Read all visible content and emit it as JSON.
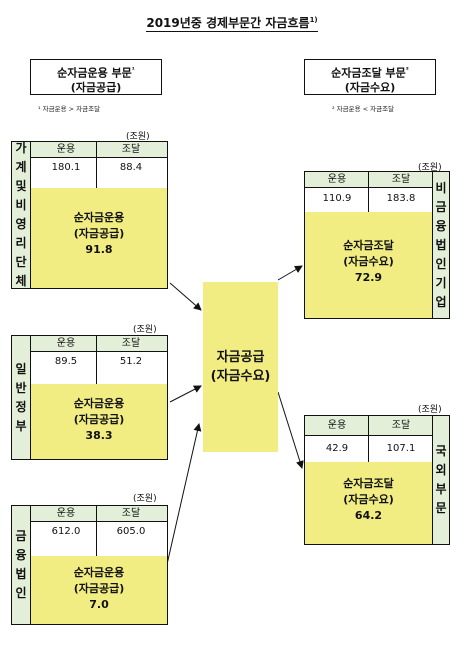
{
  "title": "2019년중 경제부문간 자금흐름",
  "title_note": "1)",
  "left_header": {
    "line1": "순자금운용 부문",
    "line2": "(자금공급)",
    "mark": "¹",
    "note": "¹ 자금운용 > 자금조달"
  },
  "right_header": {
    "line1": "순자금조달 부문",
    "line2": "(자금수요)",
    "mark": "²",
    "note": "² 자금운용 < 자금조달"
  },
  "unit": "(조원)",
  "col_use": "운용",
  "col_raise": "조달",
  "center": {
    "line1": "자금공급",
    "line2": "(자금수요)"
  },
  "sectors": {
    "household": {
      "name": "가계및비영리단체",
      "use": "180.1",
      "raise": "88.4",
      "net_label": "순자금운용",
      "net_sub": "(자금공급)",
      "net": "91.8"
    },
    "government": {
      "name": "일반정부",
      "use": "89.5",
      "raise": "51.2",
      "net_label": "순자금운용",
      "net_sub": "(자금공급)",
      "net": "38.3"
    },
    "financial": {
      "name": "금융법인",
      "use": "612.0",
      "raise": "605.0",
      "net_label": "순자금운용",
      "net_sub": "(자금공급)",
      "net": "7.0"
    },
    "nonfinancial": {
      "name": "비금융법인기업",
      "use": "110.9",
      "raise": "183.8",
      "net_label": "순자금조달",
      "net_sub": "(자금수요)",
      "net": "72.9"
    },
    "foreign": {
      "name": "국외부문",
      "use": "42.9",
      "raise": "107.1",
      "net_label": "순자금조달",
      "net_sub": "(자금수요)",
      "net": "64.2"
    }
  }
}
